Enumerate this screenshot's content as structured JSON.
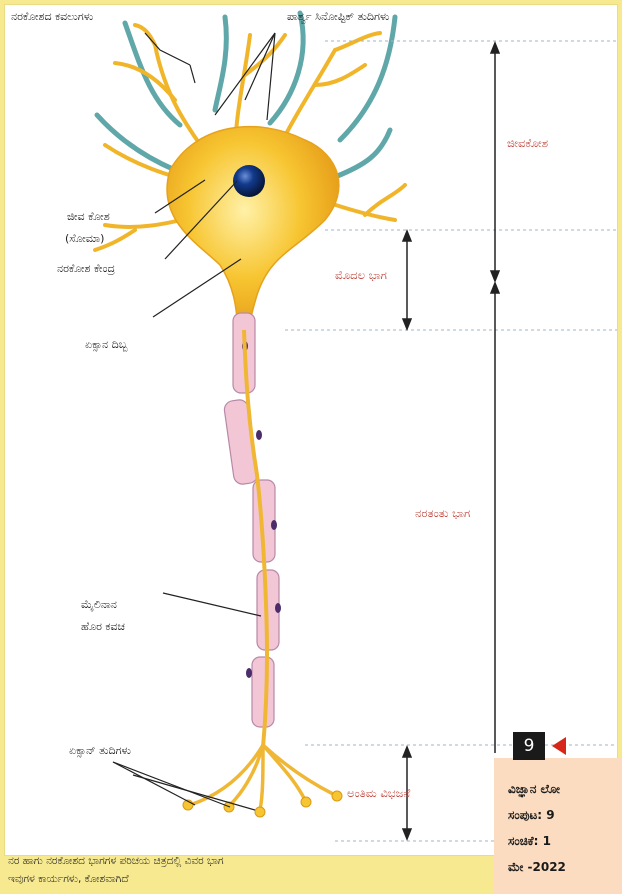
{
  "labels": {
    "dendrites": "ನರಕೋಶದ ಕವಲುಗಳು",
    "synaptic_terminals": "ಪಾರ್ಶ್ವ ಸಿನೋಪ್ಟಿಕ್ ತುದಿಗಳು",
    "cell_body": "ಜೀವ ಕೋಶ",
    "soma": "(ಸೋಮಾ)",
    "nucleus": "ನರಕೋಶ ಕೇಂದ್ರ",
    "axon_hillock": "ಏಕ್ಸಾನ ದಿಬ್ಬ",
    "myelin_sheath_line1": "ಮೈಲಿನಾನ",
    "myelin_sheath_line2": "ಹೊರ ಕವಚ",
    "axon_terminals": "ಏಕ್ಸಾನ್ ತುದಿಗಳು"
  },
  "regions": {
    "soma_region": "ಜೀವಕೋಶ",
    "initial_segment": "ಮೊದಲ ಭಾಗ",
    "axon": "ನರತಂತು ಭಾಗ",
    "terminal_branching": "ಅಂತಿಮ ವಿಭಜನೆ"
  },
  "caption": {
    "line1": "ನರ ಹಾಗು ನರಕೋಶದ ಭಾಗಗಳ ಪರಿಚಯ ಚಿತ್ರದಲ್ಲಿ ವಿವರ ಭಾಗ",
    "line2": "ಇವುಗಳ ಕಾರ್ಯಗಳು, ಕೋಶವಾಗಿದೆ"
  },
  "info_box": {
    "page_number": "9",
    "line1": "ವಿಜ್ಞಾನ ಲೋ",
    "line2": "ಸಂಪುಟ: 9",
    "line3": "ಸಂಚಿಕೆ: 1",
    "line4": "ಮೇ -2022"
  },
  "colors": {
    "page_background": "#f6e98f",
    "neuron_yellow": "#f7c531",
    "dendrite_teal": "#5fa7a8",
    "myelin_pink": "#f2c6d4",
    "nucleus_blue": "#0a2a6a",
    "region_label_red": "#c0463c"
  }
}
